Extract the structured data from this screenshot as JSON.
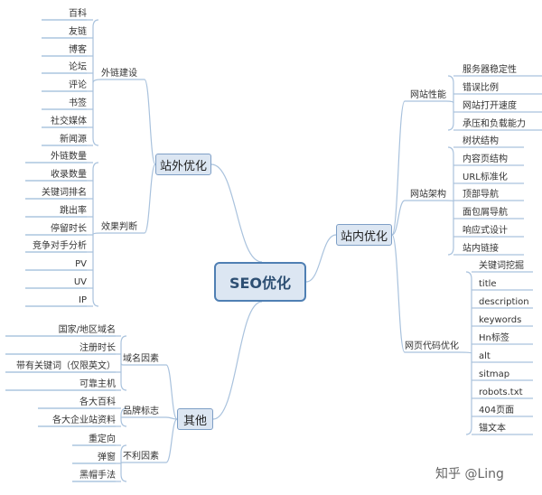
{
  "center": "SEO优化",
  "main": {
    "offsite": "站外优化",
    "onsite": "站内优化",
    "other": "其他"
  },
  "offsite": {
    "link_building": {
      "label": "外链建设",
      "items": [
        "百科",
        "友链",
        "博客",
        "论坛",
        "评论",
        "书签",
        "社交媒体",
        "新闻源"
      ]
    },
    "effect": {
      "label": "效果判断",
      "items": [
        "外链数量",
        "收录数量",
        "关键词排名",
        "跳出率",
        "停留时长",
        "竞争对手分析",
        "PV",
        "UV",
        "IP"
      ]
    }
  },
  "onsite": {
    "performance": {
      "label": "网站性能",
      "items": [
        "服务器稳定性",
        "错误比例",
        "网站打开速度",
        "承压和负载能力"
      ]
    },
    "architecture": {
      "label": "网站架构",
      "items": [
        "树状结构",
        "内容页结构",
        "URL标准化",
        "顶部导航",
        "面包屑导航",
        "响应式设计",
        "站内链接"
      ]
    },
    "code": {
      "label": "网页代码优化",
      "items": [
        "关键词挖掘",
        "title",
        "description",
        "keywords",
        "Hn标签",
        "alt",
        "sitmap",
        "robots.txt",
        "404页面",
        "锚文本"
      ]
    }
  },
  "other": {
    "domain": {
      "label": "域名因素",
      "items": [
        "国家/地区域名",
        "注册时长",
        "带有关键词（仅限英文）",
        "可靠主机"
      ]
    },
    "brand": {
      "label": "品牌标志",
      "items": [
        "各大百科",
        "各大企业站资料"
      ]
    },
    "negative": {
      "label": "不利因素",
      "items": [
        "重定向",
        "弹窗",
        "黑帽手法"
      ]
    }
  },
  "watermark": "知乎 @Ling",
  "colors": {
    "line": "#a9c2dd",
    "node_fill": "#dce6f2",
    "node_border": "#7e9fc6",
    "center_border": "#4f7fb3"
  }
}
